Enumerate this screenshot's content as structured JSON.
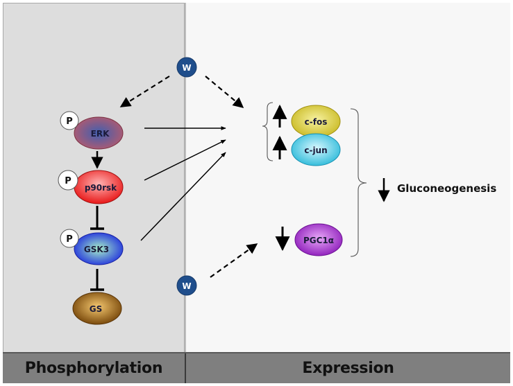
{
  "panels": {
    "left": {
      "label": "Phosphorylation"
    },
    "right": {
      "label": "Expression"
    }
  },
  "modifier": {
    "label": "W",
    "color": "#1f4e8c"
  },
  "phospho_marker": {
    "label": "P"
  },
  "phosphorylation_cascade": [
    {
      "id": "erk",
      "label": "ERK",
      "phosphorylated": true,
      "colors": [
        "#3f5fb0",
        "#b05a70"
      ]
    },
    {
      "id": "p90rsk",
      "label": "p90rsk",
      "phosphorylated": true,
      "colors": [
        "#ffb3b3",
        "#e81818"
      ]
    },
    {
      "id": "gsk3",
      "label": "GSK3",
      "phosphorylated": true,
      "colors": [
        "#a8f0c8",
        "#2233dd"
      ]
    },
    {
      "id": "gs",
      "label": "GS",
      "phosphorylated": false,
      "colors": [
        "#f5c870",
        "#7a4a0c"
      ]
    }
  ],
  "cascade_links": [
    {
      "from": "ERK",
      "to": "p90rsk",
      "type": "activation"
    },
    {
      "from": "p90rsk",
      "to": "GSK3",
      "type": "inhibition"
    },
    {
      "from": "GSK3",
      "to": "GS",
      "type": "inhibition"
    }
  ],
  "expression_targets": [
    {
      "id": "cfos",
      "label": "c-fos",
      "direction": "up",
      "colors": [
        "#f7f2a0",
        "#c8b820"
      ]
    },
    {
      "id": "cjun",
      "label": "c-jun",
      "direction": "up",
      "colors": [
        "#d8f8ff",
        "#28b8d8"
      ]
    },
    {
      "id": "pgc1a",
      "label": "PGC1α",
      "direction": "down",
      "colors": [
        "#e8a8f8",
        "#8a18b8"
      ]
    }
  ],
  "outcome": {
    "label": "Gluconeogenesis",
    "direction": "down"
  }
}
